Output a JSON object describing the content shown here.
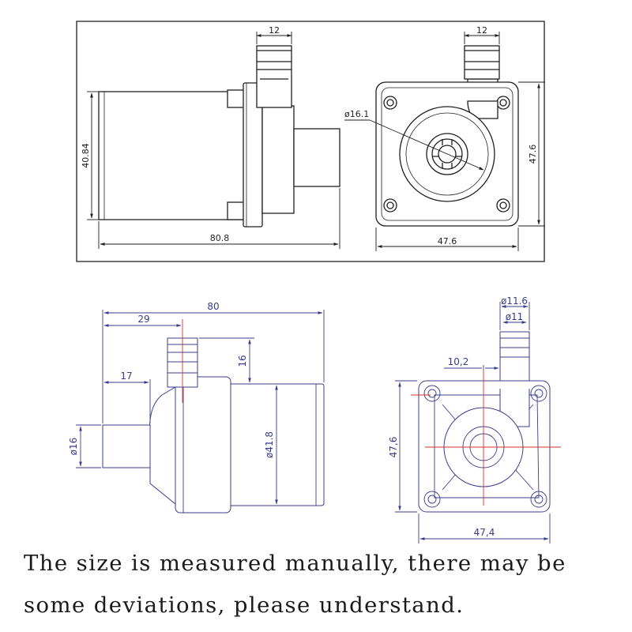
{
  "top_left_view": {
    "dim_width": "80.8",
    "dim_height": "40.84",
    "dim_outlet": "12"
  },
  "top_right_view": {
    "dim_width": "47.6",
    "dim_height": "47.6",
    "dim_outlet": "12",
    "dim_inlet_diameter": "ø16.1"
  },
  "bottom_left_view": {
    "dim_total_length": "80",
    "dim_outlet_position": "29",
    "dim_outlet_height": "16",
    "dim_inlet_length": "17",
    "dim_inlet_diameter": "ø16",
    "dim_body_diameter": "ø41.8"
  },
  "bottom_right_view": {
    "dim_outlet_outer": "ø11.6",
    "dim_outlet_inner": "ø11",
    "dim_offset": "10,2",
    "dim_height": "47,6",
    "dim_width": "47,4"
  },
  "colors": {
    "line": "#1f1f1f",
    "dimension_blue": "#3b3d8c",
    "centerline_red": "#d8322f"
  },
  "note": {
    "line1": "The size is measured manually, there may be",
    "line2": "some deviations, please understand."
  }
}
